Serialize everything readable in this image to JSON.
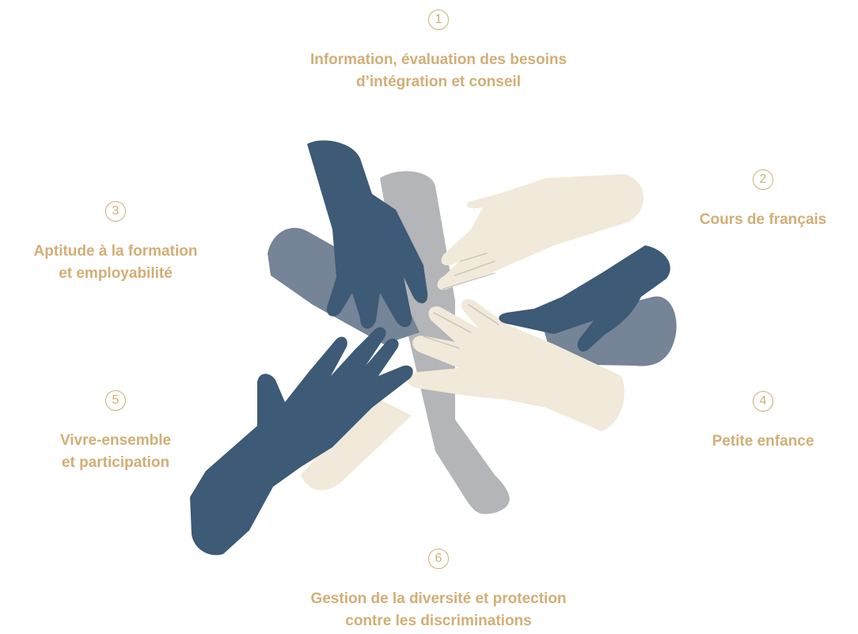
{
  "items": [
    {
      "number": "1",
      "label": "Information, évaluation des besoins\nd’intégration et conseil"
    },
    {
      "number": "2",
      "label": "Cours de français"
    },
    {
      "number": "3",
      "label": "Aptitude à la formation\net employabilité"
    },
    {
      "number": "4",
      "label": "Petite enfance"
    },
    {
      "number": "5",
      "label": "Vivre-ensemble\net participation"
    },
    {
      "number": "6",
      "label": "Gestion de la diversité et protection\ncontre les discriminations"
    }
  ],
  "colors": {
    "accent": "#d2ae76",
    "navy": "#3d5a76",
    "slate": "#758496",
    "gray": "#b3b5b8",
    "cream": "#f1e9d9"
  },
  "illustration": "hands-icon"
}
